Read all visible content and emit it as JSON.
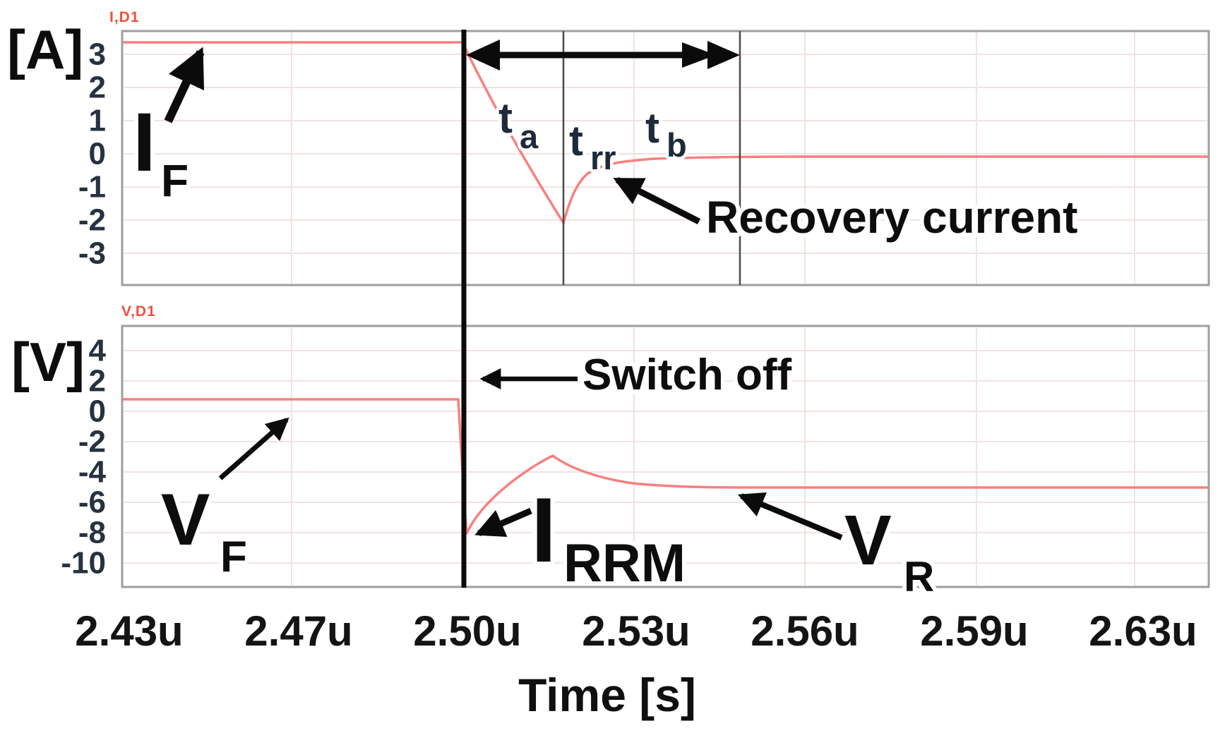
{
  "figure": {
    "unit_top": "[A]",
    "unit_bottom": "[V]",
    "xlabel": "Time [s]",
    "trace_label_top": "I,D1",
    "trace_label_bottom": "V,D1"
  },
  "axes": {
    "x_ticks": [
      "2.43u",
      "2.47u",
      "2.50u",
      "2.53u",
      "2.56u",
      "2.59u",
      "2.63u"
    ],
    "y_ticks_top": [
      "3",
      "2",
      "1",
      "0",
      "-1",
      "-2",
      "-3"
    ],
    "y_ticks_bottom": [
      "4",
      "2",
      "0",
      "-2",
      "-4",
      "-6",
      "-8",
      "-10"
    ]
  },
  "annotations": {
    "if_main": "I",
    "if_sub": "F",
    "ta_main": "t",
    "ta_sub": "a",
    "trr_main": "t",
    "trr_sub": "rr",
    "tb_main": "t",
    "tb_sub": "b",
    "recovery": "Recovery current",
    "switch_off": "Switch off",
    "irrm_main": "I",
    "irrm_sub": "RRM",
    "vf_main": "V",
    "vf_sub": "F",
    "vr_main": "V",
    "vr_sub": "R"
  },
  "colors": {
    "trace": "#f8807f",
    "trace_label": "#f44f3e",
    "annotation_ink": "#0d0d0d",
    "tick_ink": "#273140",
    "frame": "#9e9e9e",
    "grid": "#f3e2e2",
    "switch_off_line": "#0b0b0b"
  },
  "chart_data": [
    {
      "type": "line",
      "title": "Diode current during reverse recovery",
      "ylabel": "[A]",
      "xlabel": "Time [s]",
      "x_tick_labels": [
        "2.43u",
        "2.47u",
        "2.50u",
        "2.53u",
        "2.56u",
        "2.59u",
        "2.63u"
      ],
      "ylim": [
        -3.5,
        3.7
      ],
      "series": [
        {
          "name": "I,D1",
          "x_us": [
            2.44,
            2.5,
            2.503,
            2.507,
            2.512,
            2.518,
            2.521,
            2.526,
            2.532,
            2.54,
            2.55,
            2.57,
            2.63
          ],
          "y_A": [
            3.3,
            3.3,
            2.1,
            0.9,
            -0.9,
            -2.1,
            -1.2,
            -0.55,
            -0.3,
            -0.18,
            -0.1,
            -0.05,
            -0.05
          ]
        }
      ],
      "markers": {
        "I_F_A": 3.3,
        "I_RRM_A": -2.1,
        "switch_off_time": "2.50u",
        "t_a_interval": "2.50u to 2.518u",
        "t_b_interval": "2.518u to 2.549u",
        "t_rr_interval": "2.50u to 2.549u"
      },
      "grid": true,
      "legend": false
    },
    {
      "type": "line",
      "title": "Diode voltage during reverse recovery",
      "ylabel": "[V]",
      "xlabel": "Time [s]",
      "x_tick_labels": [
        "2.43u",
        "2.47u",
        "2.50u",
        "2.53u",
        "2.56u",
        "2.59u",
        "2.63u"
      ],
      "ylim": [
        -11,
        5
      ],
      "series": [
        {
          "name": "V,D1",
          "x_us": [
            2.44,
            2.5,
            2.5005,
            2.501,
            2.518,
            2.53,
            2.545,
            2.56,
            2.63
          ],
          "y_V": [
            0.55,
            0.55,
            -4.0,
            -8.0,
            -3.0,
            -4.3,
            -4.9,
            -5.05,
            -5.05
          ]
        }
      ],
      "markers": {
        "V_F_V": 0.55,
        "V_R_V": -5.0,
        "negative_peak_V": -8.0,
        "switch_off_time": "2.50u"
      },
      "grid": true,
      "legend": false
    }
  ]
}
